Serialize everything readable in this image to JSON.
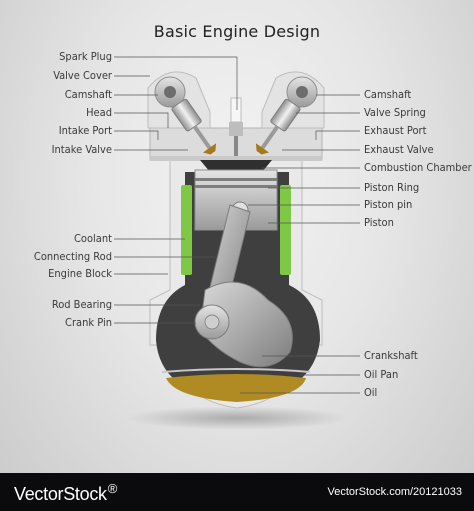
{
  "title": "Basic Engine Design",
  "labels_left": [
    "Spark Plug",
    "Valve Cover",
    "Camshaft",
    "Head",
    "Intake Port",
    "Intake Valve",
    "Coolant",
    "Connecting Rod",
    "Engine Block",
    "Rod Bearing",
    "Crank Pin"
  ],
  "labels_right": [
    "Camshaft",
    "Valve Spring",
    "Exhaust Port",
    "Exhaust Valve",
    "Combustion Chamber",
    "Piston Ring",
    "Piston pin",
    "Piston",
    "Crankshaft",
    "Oil Pan",
    "Oil"
  ],
  "footer": {
    "brand": "VectorStock",
    "brand_mark": "®",
    "image_id": "VectorStock.com/20121033"
  },
  "colors": {
    "coolant": "#7ec845",
    "oil": "#b08a22",
    "metal": "#a9a9a9",
    "engine_dark": "#3a3a3a"
  }
}
